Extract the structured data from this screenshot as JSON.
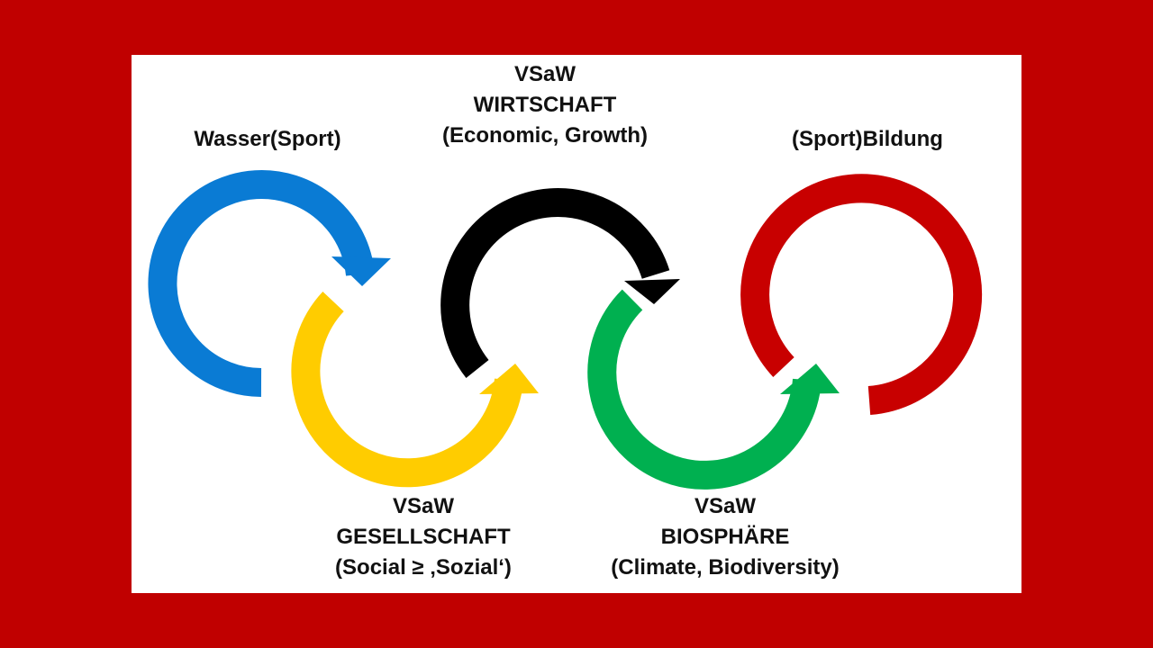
{
  "colors": {
    "background": "#C00000",
    "panel": "#FFFFFF",
    "blue": "#0A7BD4",
    "yellow": "#FFCC00",
    "black": "#000000",
    "green": "#00B050",
    "red": "#C80000"
  },
  "labels": {
    "water": {
      "line1": "Wasser(Sport)"
    },
    "economy": {
      "line1": "VSaW",
      "line2": "WIRTSCHAFT",
      "line3": "(Economic, Growth)"
    },
    "education": {
      "line1": "(Sport)Bildung"
    },
    "society": {
      "line1": "VSaW",
      "line2": "GESELLSCHAFT",
      "line3": "(Social ≥ ‚Sozial‘)"
    },
    "biosphere": {
      "line1": "VSaW",
      "line2": "BIOSPHÄRE",
      "line3": "(Climate, Biodiversity)"
    }
  }
}
